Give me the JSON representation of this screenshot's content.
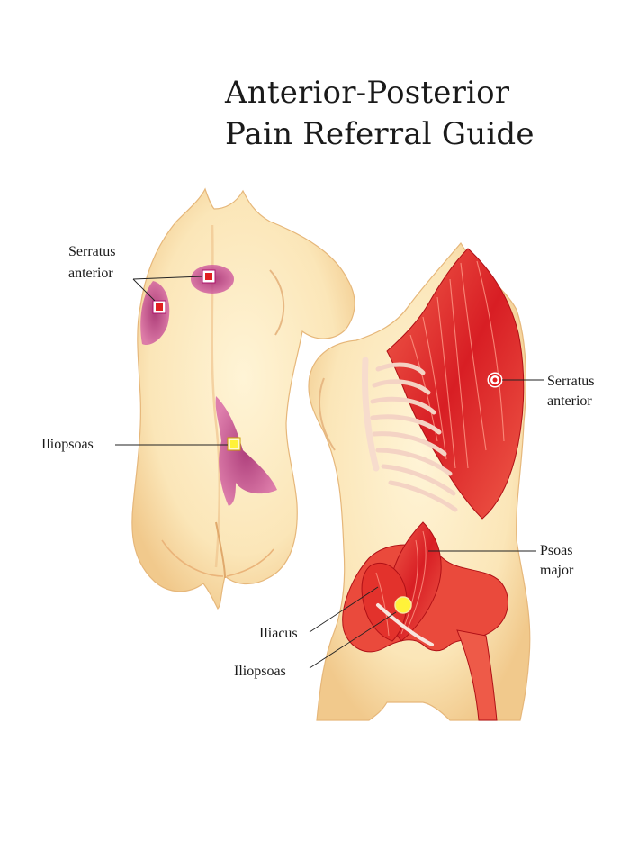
{
  "title": {
    "line1": "Anterior-Posterior",
    "line2": "Pain Referral Guide"
  },
  "labels": {
    "left_serratus_1": "Serratus",
    "left_serratus_2": "anterior",
    "left_iliopsoas": "Iliopsoas",
    "right_serratus_1": "Serratus",
    "right_serratus_2": "anterior",
    "psoas_1": "Psoas",
    "psoas_2": "major",
    "iliacus": "Iliacus",
    "right_iliopsoas": "Iliopsoas"
  },
  "colors": {
    "skin": "#fbe6b8",
    "skin_shadow": "#f3cf95",
    "muscle": "#e0262a",
    "muscle_light": "#f06a5a",
    "referral": "#c23c8c",
    "trigger_red": "#e02020",
    "trigger_yellow": "#fff23a"
  }
}
